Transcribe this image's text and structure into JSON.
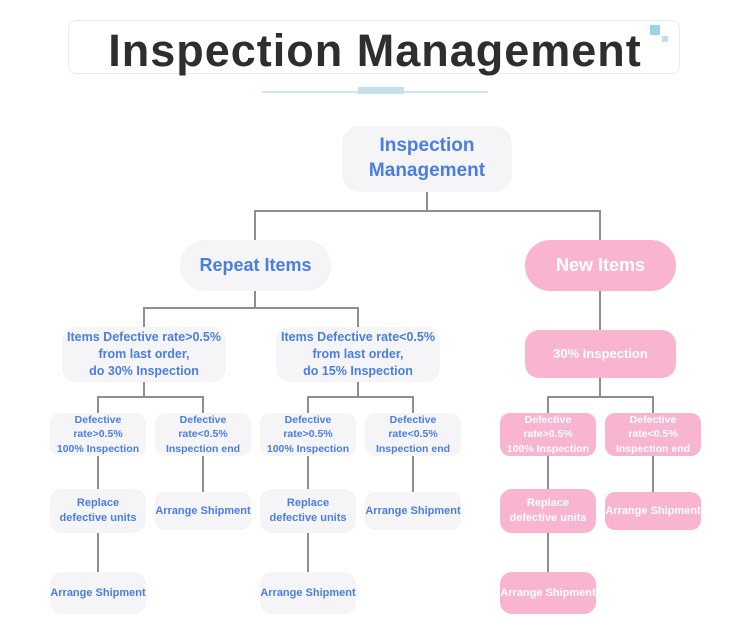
{
  "header": {
    "title": "Inspection Management"
  },
  "colors": {
    "blue_text": "#4a7ee0",
    "pink_node": "#f9b5d0",
    "gray_node": "#f5f5f7",
    "connector_gray": "#8f8f8f",
    "title_text": "#2e2e2e",
    "underline_blue": "#c6dfeb",
    "decor_square_large": "#9ed2ea",
    "decor_square_small": "#bcdff1"
  },
  "tree": {
    "root": {
      "label": "Inspection\nManagement"
    },
    "branches": [
      {
        "label": "Repeat Items",
        "children": [
          {
            "label": "Items Defective rate>0.5%\nfrom last order,\ndo 30% Inspection",
            "children": [
              {
                "label": "Defective rate>0.5%\n100% Inspection",
                "children": [
                  {
                    "label": "Replace\ndefective units",
                    "children": [
                      {
                        "label": "Arrange Shipment"
                      }
                    ]
                  }
                ]
              },
              {
                "label": "Defective rate<0.5%\nInspection end",
                "children": [
                  {
                    "label": "Arrange Shipment"
                  }
                ]
              }
            ]
          },
          {
            "label": "Items Defective rate<0.5%\nfrom last order,\ndo 15% Inspection",
            "children": [
              {
                "label": "Defective rate>0.5%\n100% Inspection",
                "children": [
                  {
                    "label": "Replace\ndefective units",
                    "children": [
                      {
                        "label": "Arrange Shipment"
                      }
                    ]
                  }
                ]
              },
              {
                "label": "Defective rate<0.5%\nInspection end",
                "children": [
                  {
                    "label": "Arrange Shipment"
                  }
                ]
              }
            ]
          }
        ]
      },
      {
        "label": "New Items",
        "children": [
          {
            "label": "30% Inspection",
            "children": [
              {
                "label": "Defective rate>0.5%\n100% Inspection",
                "children": [
                  {
                    "label": "Replace\ndefective units",
                    "children": [
                      {
                        "label": "Arrange Shipment"
                      }
                    ]
                  }
                ]
              },
              {
                "label": "Defective rate<0.5%\nInspection end",
                "children": [
                  {
                    "label": "Arrange Shipment"
                  }
                ]
              }
            ]
          }
        ]
      }
    ]
  }
}
